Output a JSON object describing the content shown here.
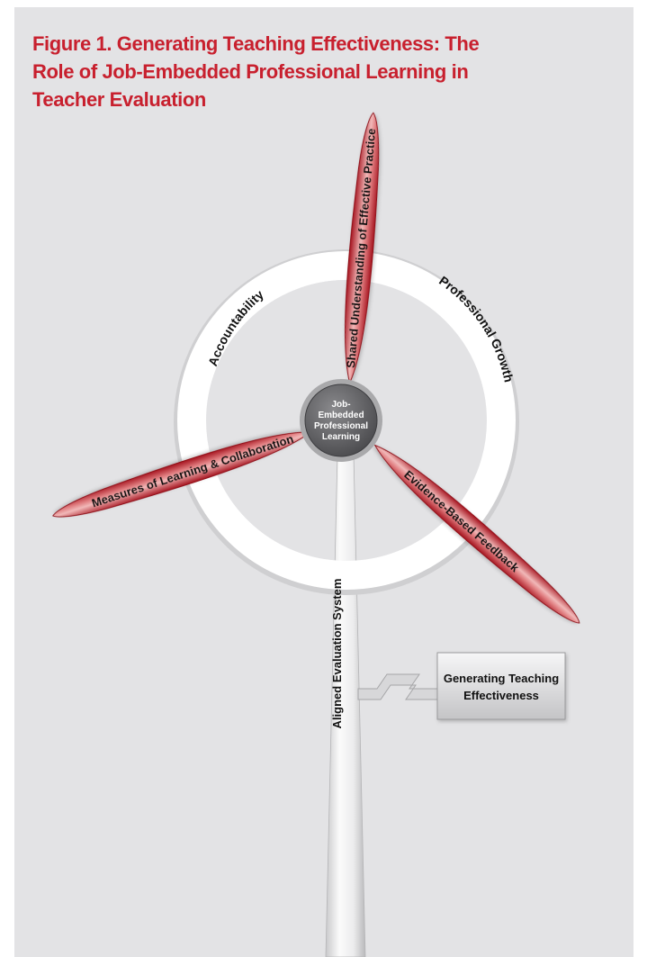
{
  "figure": {
    "title_lines": [
      "Figure 1. Generating Teaching Effectiveness: The",
      "Role of Job-Embedded Professional Learning in",
      "Teacher Evaluation"
    ]
  },
  "ring": {
    "left_label": "Accountability",
    "right_label": "Professional Growth"
  },
  "blades": {
    "top": "Shared Understanding of Effective Practice",
    "left": "Measures of Learning & Collaboration",
    "right": "Evidence-Based Feedback"
  },
  "hub": {
    "lines": [
      "Job-",
      "Embedded",
      "Professional",
      "Learning"
    ]
  },
  "tower": {
    "label": "Aligned Evaluation System"
  },
  "output_box": {
    "lines": [
      "Generating Teaching",
      "Effectiveness"
    ]
  },
  "colors": {
    "title": "#c8202e",
    "blade_edge": "#b01a26",
    "blade_highlight": "#f3c0c0",
    "ring": "#ffffff",
    "hub": "#5d5d60",
    "background": "#e3e3e5"
  }
}
